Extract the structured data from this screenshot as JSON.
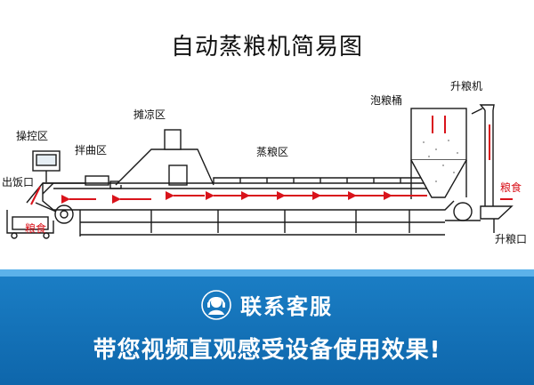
{
  "diagram": {
    "title": "自动蒸粮机简易图",
    "labels": {
      "operation_zone": "操控区",
      "mixing_zone": "拌曲区",
      "cooling_zone": "摊凉区",
      "steaming_zone": "蒸粮区",
      "soak_bucket": "泡粮桶",
      "grain_lifter": "升粮机",
      "rice_outlet": "出饭口",
      "grain_food_left": "粮食",
      "grain_food_right": "粮食",
      "grain_lift_port": "升粮口"
    },
    "colors": {
      "arrow": "#d9131b",
      "line": "#1a1a1a",
      "banner": "#1477bd"
    }
  },
  "banner": {
    "icon": "customer-service-icon",
    "contact_title": "联系客服",
    "cta": "带您视频直观感受设备使用效果!"
  }
}
